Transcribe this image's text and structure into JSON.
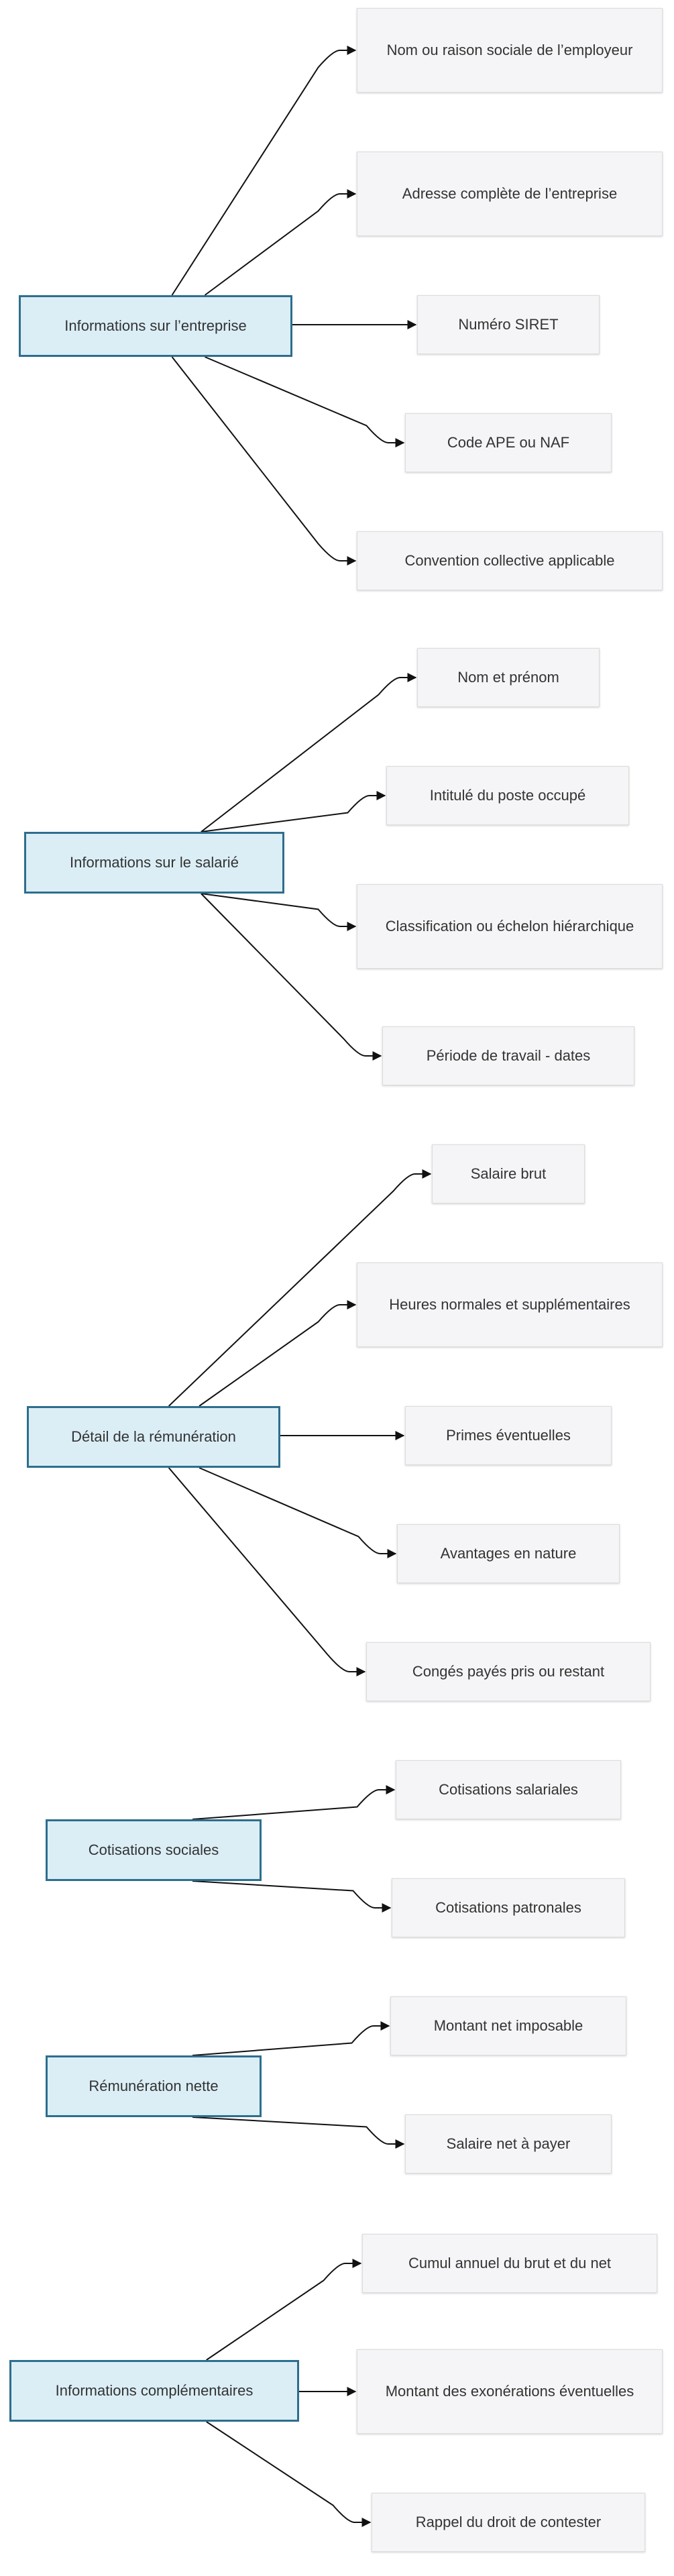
{
  "colors": {
    "parent_fill": "#dbeef6",
    "parent_border": "#2e6e8e",
    "child_fill": "#f5f5f7",
    "child_border": "#dcdcdc",
    "edge": "#111111"
  },
  "groups": [
    {
      "id": "entreprise",
      "label": "Informations sur l’entreprise",
      "children": [
        {
          "id": "employeur",
          "label": "Nom ou raison sociale de l’employeur"
        },
        {
          "id": "adresse",
          "label": "Adresse complète de l’entreprise"
        },
        {
          "id": "siret",
          "label": "Numéro SIRET"
        },
        {
          "id": "ape",
          "label": "Code APE ou NAF"
        },
        {
          "id": "convention",
          "label": "Convention collective applicable"
        }
      ]
    },
    {
      "id": "salarie",
      "label": "Informations sur le salarié",
      "children": [
        {
          "id": "nom",
          "label": "Nom et prénom"
        },
        {
          "id": "poste",
          "label": "Intitulé du poste occupé"
        },
        {
          "id": "classification",
          "label": "Classification ou échelon hiérarchique"
        },
        {
          "id": "periode",
          "label": "Période de travail - dates"
        }
      ]
    },
    {
      "id": "remuneration",
      "label": "Détail de la rémunération",
      "children": [
        {
          "id": "brut",
          "label": "Salaire brut"
        },
        {
          "id": "heures",
          "label": "Heures normales et supplémentaires"
        },
        {
          "id": "primes",
          "label": "Primes éventuelles"
        },
        {
          "id": "avantages",
          "label": "Avantages en nature"
        },
        {
          "id": "conges",
          "label": "Congés payés pris ou restant"
        }
      ]
    },
    {
      "id": "cotisations",
      "label": "Cotisations sociales",
      "children": [
        {
          "id": "salariales",
          "label": "Cotisations salariales"
        },
        {
          "id": "patronales",
          "label": "Cotisations patronales"
        }
      ]
    },
    {
      "id": "nette",
      "label": "Rémunération nette",
      "children": [
        {
          "id": "imposable",
          "label": "Montant net imposable"
        },
        {
          "id": "payer",
          "label": "Salaire net à payer"
        }
      ]
    },
    {
      "id": "complementaires",
      "label": "Informations complémentaires",
      "children": [
        {
          "id": "cumul",
          "label": "Cumul annuel du brut et du net"
        },
        {
          "id": "exonerations",
          "label": "Montant des exonérations éventuelles"
        },
        {
          "id": "contester",
          "label": "Rappel du droit de contester"
        }
      ]
    }
  ]
}
